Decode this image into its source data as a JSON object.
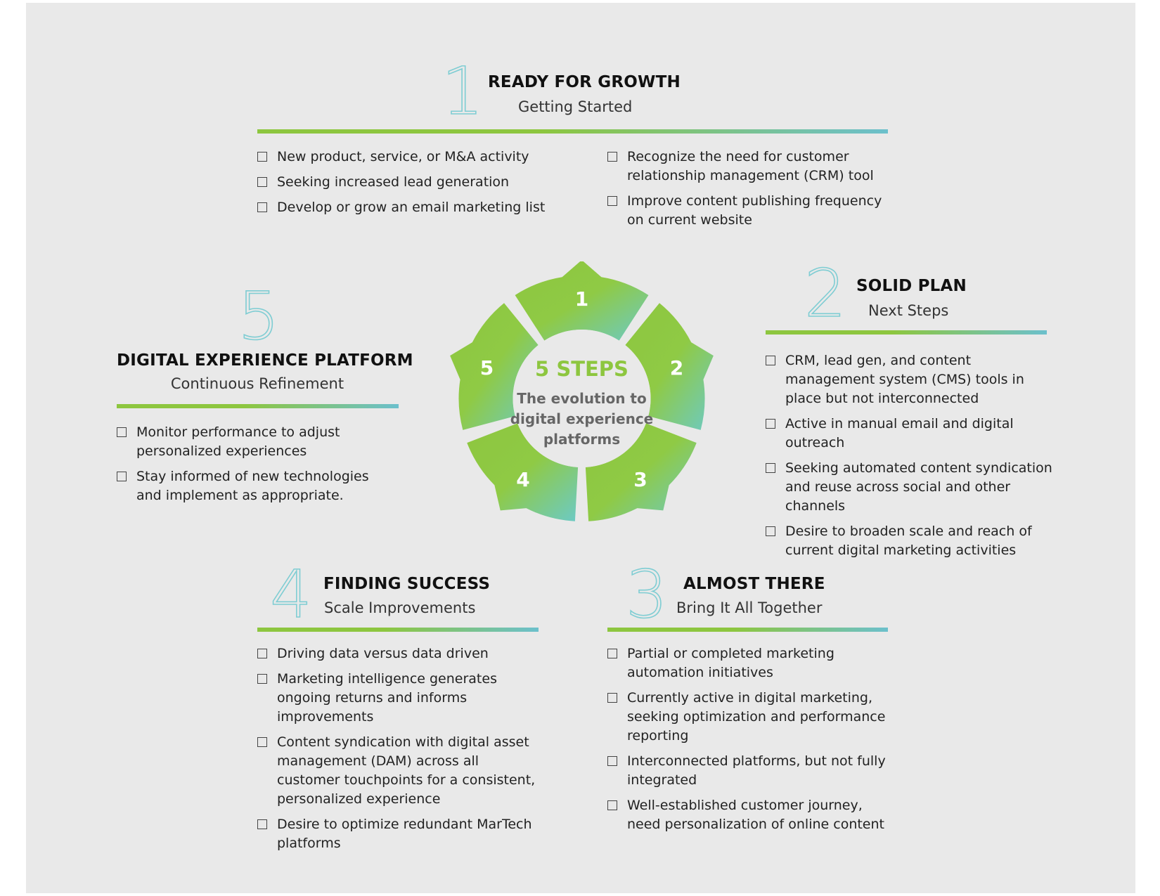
{
  "colors": {
    "green": "#8dc63f",
    "teal": "#6cc0cc",
    "outline": "#7fcdd3",
    "panel": "#e9e9e9"
  },
  "step1": {
    "number": "1",
    "title": "READY FOR GROWTH",
    "subtitle": "Getting Started",
    "items_left": [
      "New product, service, or M&A activity",
      "Seeking increased lead generation",
      "Develop or grow an email marketing list"
    ],
    "items_right": [
      "Recognize the need for customer relationship management (CRM) tool",
      "Improve content publishing frequency on current website"
    ]
  },
  "step2": {
    "number": "2",
    "title": "SOLID PLAN",
    "subtitle": "Next Steps",
    "items": [
      "CRM, lead gen, and content management system (CMS) tools in place but not interconnected",
      "Active in manual email and digital outreach",
      "Seeking automated content syndication and reuse across social and other channels",
      "Desire to broaden scale and reach of current digital marketing activities"
    ]
  },
  "step3": {
    "number": "3",
    "title": "ALMOST THERE",
    "subtitle": "Bring It All Together",
    "items": [
      "Partial or completed marketing automation initiatives",
      "Currently active in digital marketing, seeking optimization and performance reporting",
      "Interconnected platforms, but not fully integrated",
      "Well-established customer journey, need personalization of online content"
    ]
  },
  "step4": {
    "number": "4",
    "title": "FINDING SUCCESS",
    "subtitle": "Scale Improvements",
    "items": [
      "Driving data versus data driven",
      "Marketing intelligence generates ongoing returns and informs improvements",
      "Content syndication with digital asset management (DAM) across all customer touchpoints for a consistent, personalized experience",
      "Desire to optimize redundant MarTech platforms"
    ]
  },
  "step5": {
    "number": "5",
    "title": "DIGITAL EXPERIENCE PLATFORM",
    "subtitle": "Continuous Refinement",
    "items": [
      "Monitor performance to adjust personalized experiences",
      "Stay informed of new technologies and implement as appropriate."
    ]
  },
  "wheel": {
    "title": "5 STEPS",
    "line1": "The evolution to",
    "line2": "digital experience",
    "line3": "platforms",
    "segments": [
      "1",
      "2",
      "3",
      "4",
      "5"
    ]
  }
}
